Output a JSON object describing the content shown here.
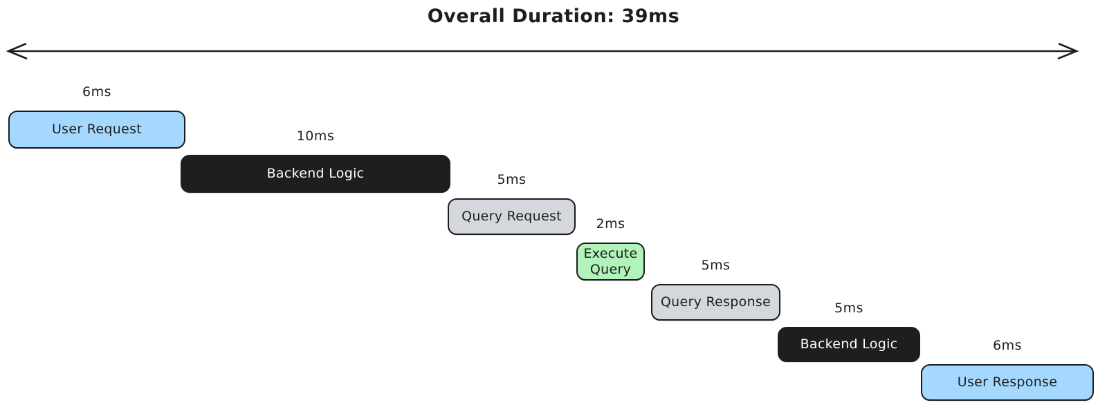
{
  "title": "Overall Duration: 39ms",
  "total_duration_ms": 39,
  "timeline_arrow": "double-headed-horizontal-arrow",
  "segments": [
    {
      "label": "User Request",
      "duration_label": "6ms",
      "duration_ms": 6,
      "color_key": "blue"
    },
    {
      "label": "Backend Logic",
      "duration_label": "10ms",
      "duration_ms": 10,
      "color_key": "black"
    },
    {
      "label": "Query Request",
      "duration_label": "5ms",
      "duration_ms": 5,
      "color_key": "gray"
    },
    {
      "label": "Execute Query",
      "duration_label": "2ms",
      "duration_ms": 2,
      "color_key": "green"
    },
    {
      "label": "Query Response",
      "duration_label": "5ms",
      "duration_ms": 5,
      "color_key": "gray"
    },
    {
      "label": "Backend Logic",
      "duration_label": "5ms",
      "duration_ms": 5,
      "color_key": "black"
    },
    {
      "label": "User Response",
      "duration_label": "6ms",
      "duration_ms": 6,
      "color_key": "blue"
    }
  ],
  "palette": {
    "blue": {
      "fill": "#a5d8ff",
      "text": "#1e1e1e",
      "stroke": "#1b1b1f"
    },
    "green": {
      "fill": "#b2f2bb",
      "text": "#1e1e1e",
      "stroke": "#1b1b1f"
    },
    "gray": {
      "fill": "#d4d8dc",
      "text": "#1e1e1e",
      "stroke": "#1b1b1f"
    },
    "black": {
      "fill": "#1e1e1e",
      "text": "#ffffff",
      "stroke": "#1e1e1e"
    }
  }
}
